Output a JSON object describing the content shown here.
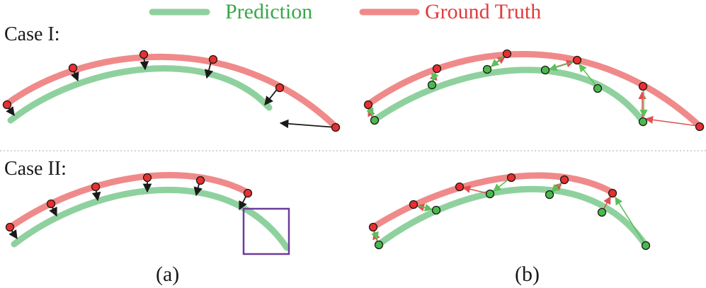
{
  "legend": {
    "prediction_label": "Prediction",
    "ground_truth_label": "Ground Truth"
  },
  "cases": {
    "case1_label": "Case I:",
    "case2_label": "Case II:"
  },
  "subfigures": {
    "a_label": "(a)",
    "b_label": "(b)"
  },
  "colors": {
    "prediction": "#8fd19e",
    "prediction_text": "#3aa64a",
    "ground_truth": "#f08a8a",
    "ground_truth_text": "#e23b3b",
    "gt_point": "#e8302e",
    "pred_point": "#4cb84c",
    "arrow_dark": "#1a1a1a",
    "arrow_red": "#e05050",
    "arrow_green": "#5cc05c",
    "box": "#6a3d9a",
    "divider": "#bbbbbb"
  }
}
